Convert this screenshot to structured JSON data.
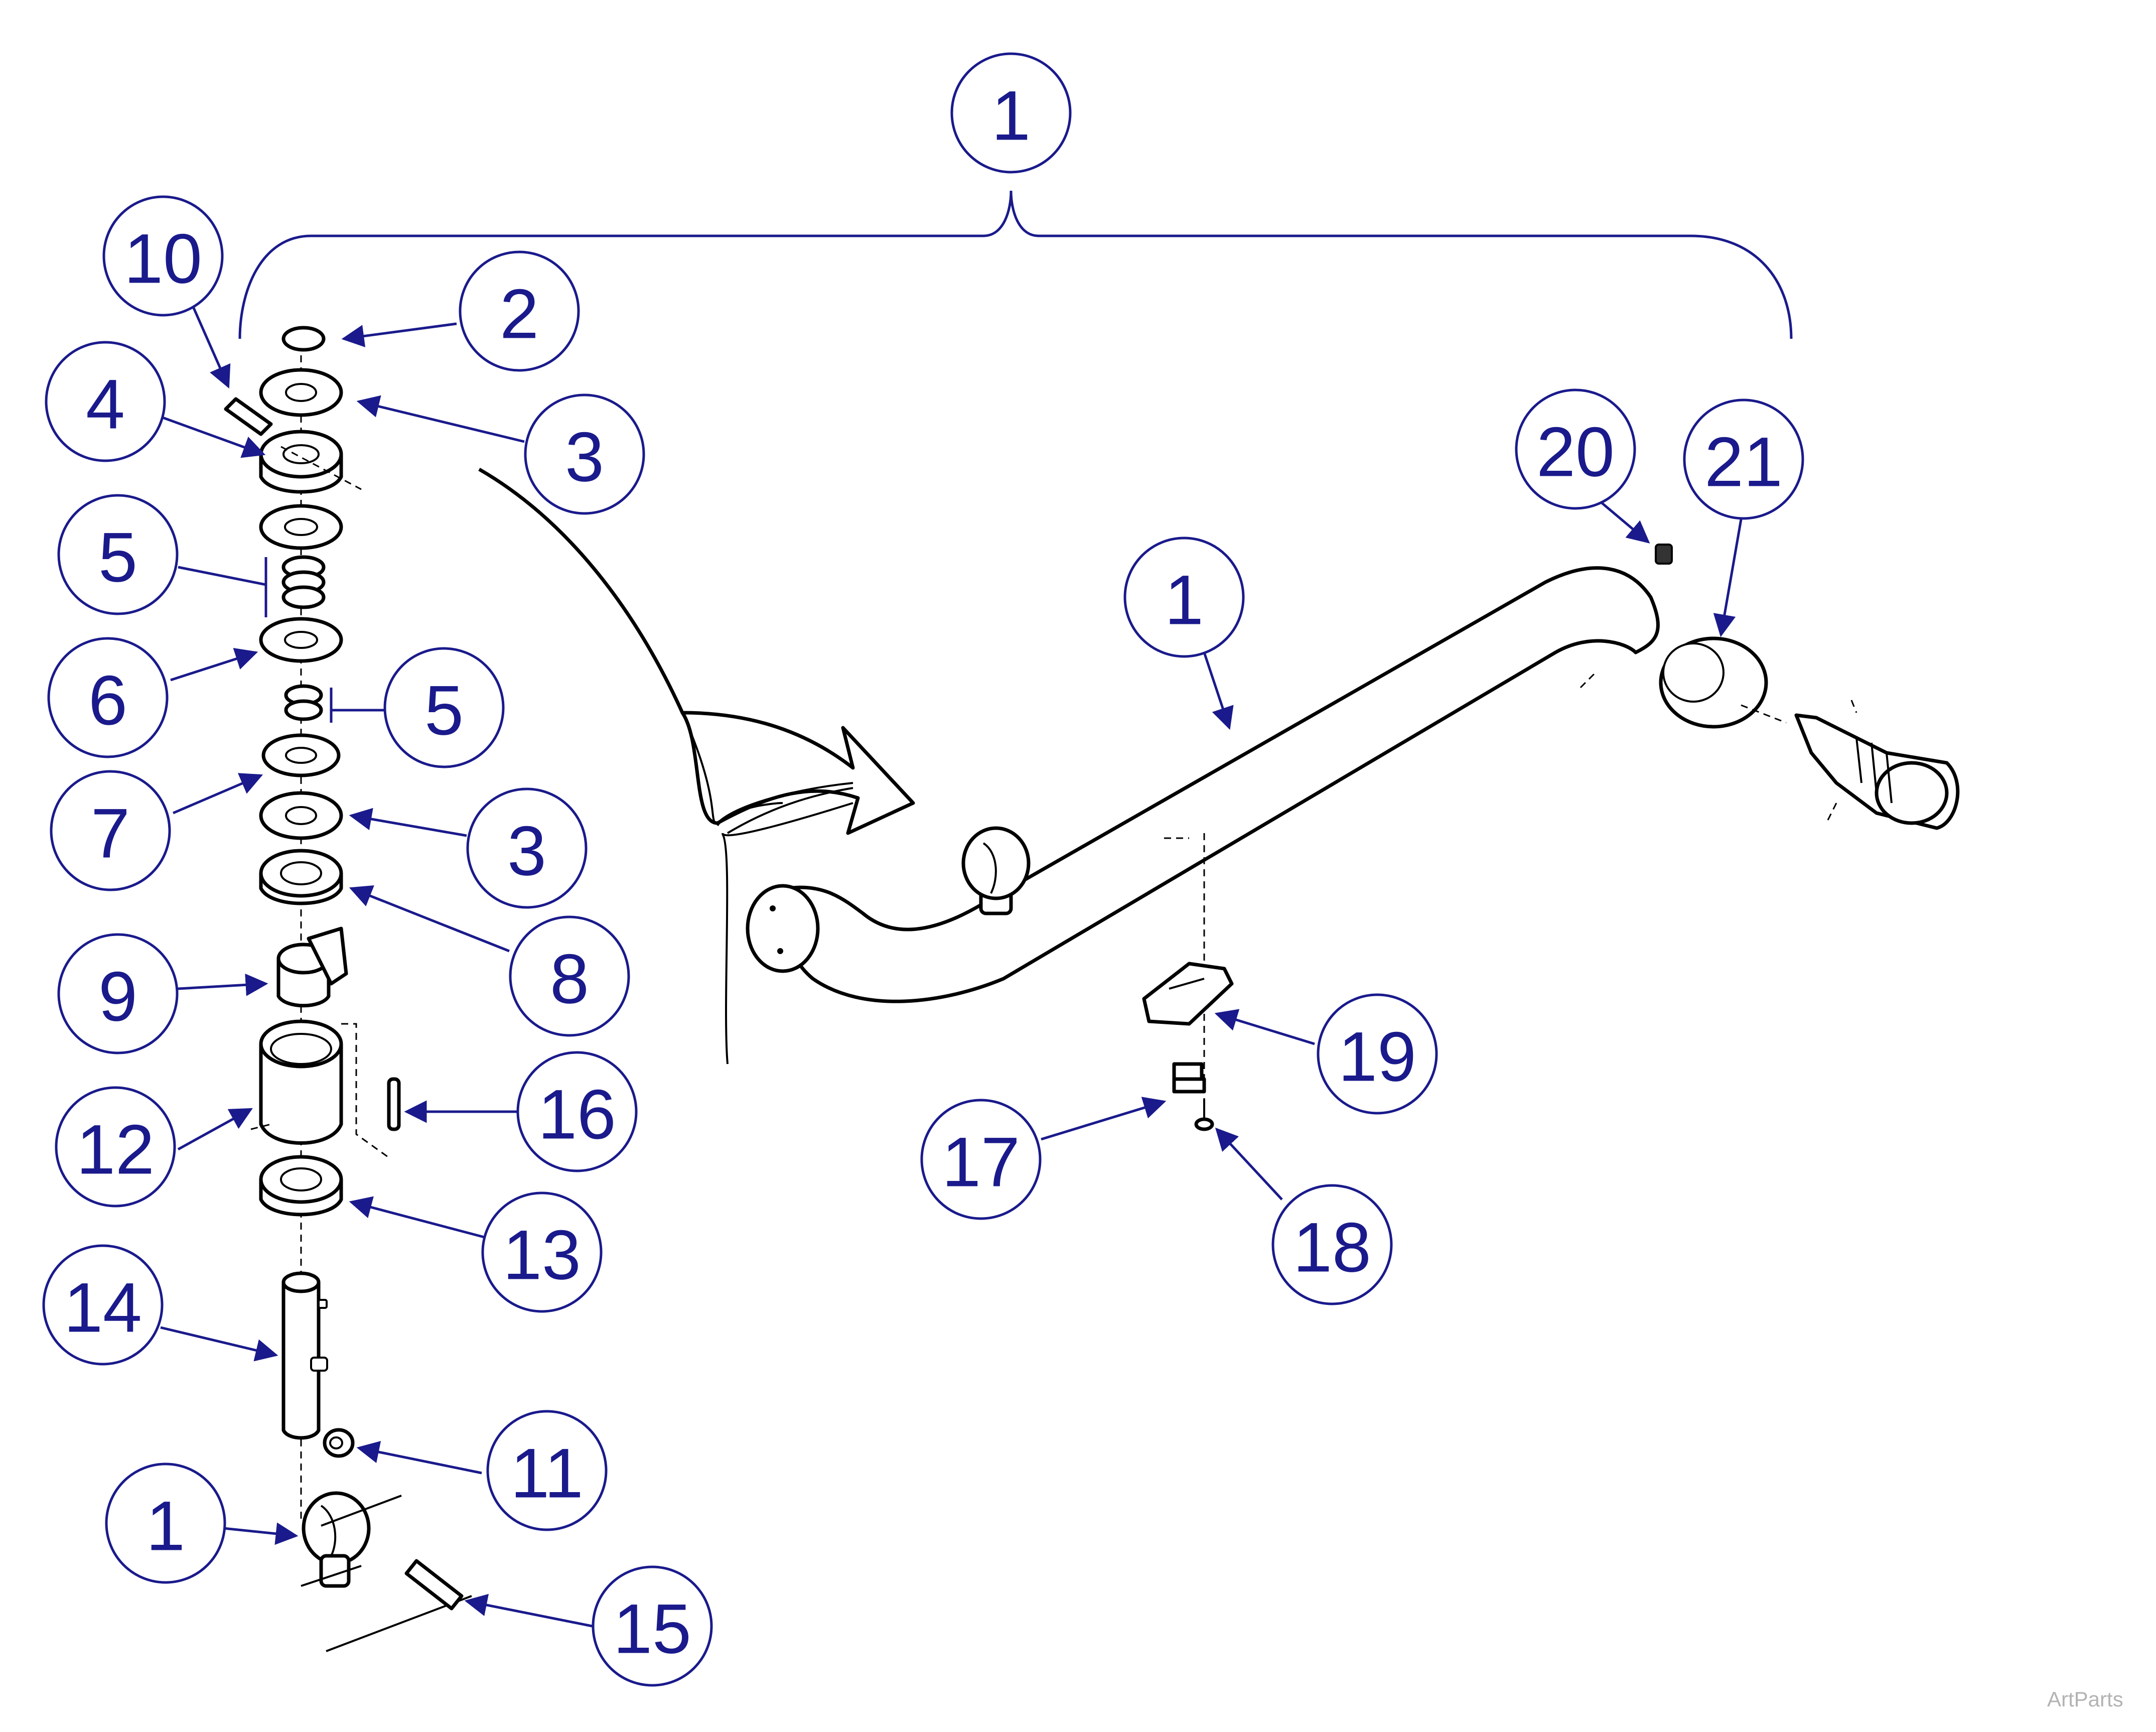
{
  "callouts": [
    {
      "id": "c1-top",
      "label": "1"
    },
    {
      "id": "c10",
      "label": "10"
    },
    {
      "id": "c2",
      "label": "2"
    },
    {
      "id": "c4",
      "label": "4"
    },
    {
      "id": "c3-top",
      "label": "3"
    },
    {
      "id": "c5-top",
      "label": "5"
    },
    {
      "id": "c6",
      "label": "6"
    },
    {
      "id": "c5-mid",
      "label": "5"
    },
    {
      "id": "c7",
      "label": "7"
    },
    {
      "id": "c3-mid",
      "label": "3"
    },
    {
      "id": "c8",
      "label": "8"
    },
    {
      "id": "c9",
      "label": "9"
    },
    {
      "id": "c12",
      "label": "12"
    },
    {
      "id": "c16",
      "label": "16"
    },
    {
      "id": "c13",
      "label": "13"
    },
    {
      "id": "c14",
      "label": "14"
    },
    {
      "id": "c11",
      "label": "11"
    },
    {
      "id": "c1-bottom",
      "label": "1"
    },
    {
      "id": "c15",
      "label": "15"
    },
    {
      "id": "c20",
      "label": "20"
    },
    {
      "id": "c21",
      "label": "21"
    },
    {
      "id": "c1-arm",
      "label": "1"
    },
    {
      "id": "c19",
      "label": "19"
    },
    {
      "id": "c17",
      "label": "17"
    },
    {
      "id": "c18",
      "label": "18"
    }
  ],
  "watermark": "ArtParts"
}
